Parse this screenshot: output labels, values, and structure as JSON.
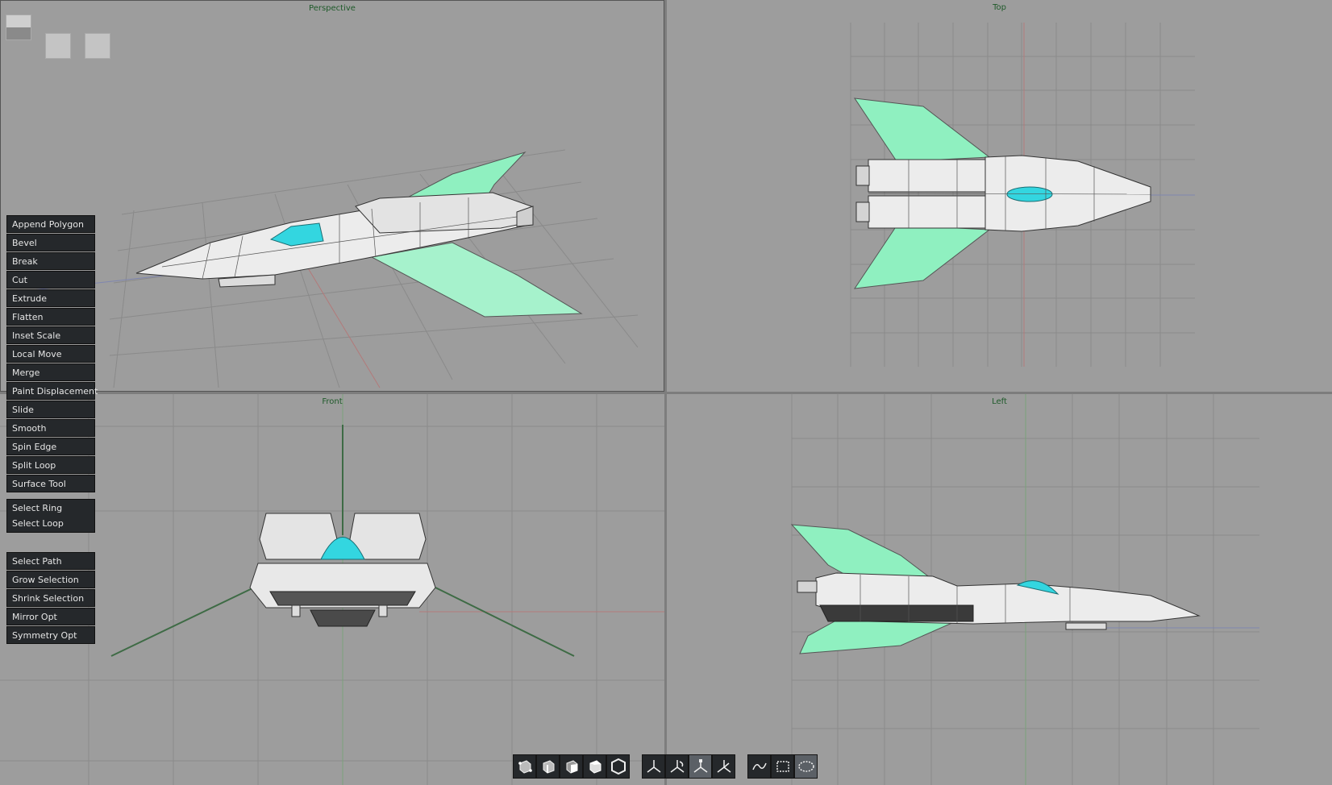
{
  "viewports": {
    "perspective": {
      "title": "Perspective"
    },
    "top": {
      "title": "Top"
    },
    "front": {
      "title": "Front"
    },
    "left": {
      "title": "Left"
    }
  },
  "colors": {
    "background": "#9d9d9d",
    "grid": "#8a8a8a",
    "hull": "#e9e9e9",
    "wing": "#8ff0c0",
    "canopy": "#33d6e0",
    "panel": "#25282b",
    "title": "#1f5a2a"
  },
  "tools": [
    {
      "label": "Append Polygon"
    },
    {
      "label": "Bevel"
    },
    {
      "label": "Break"
    },
    {
      "label": "Cut"
    },
    {
      "label": "Extrude"
    },
    {
      "label": "Flatten"
    },
    {
      "label": "Inset Scale"
    },
    {
      "label": "Local Move"
    },
    {
      "label": "Merge"
    },
    {
      "label": "Paint Displacement"
    },
    {
      "label": "Slide"
    },
    {
      "label": "Smooth"
    },
    {
      "label": "Spin Edge"
    },
    {
      "label": "Split Loop"
    },
    {
      "label": "Surface Tool"
    }
  ],
  "select_group": [
    {
      "label": "Select Ring"
    },
    {
      "label": "Select Loop"
    }
  ],
  "selection_tools": [
    {
      "label": "Select Path"
    },
    {
      "label": "Grow Selection"
    },
    {
      "label": "Shrink Selection"
    },
    {
      "label": "Mirror Opt"
    },
    {
      "label": "Symmetry Opt"
    }
  ],
  "toolbar": {
    "groups": [
      [
        "vertex-mode-icon",
        "edge-mode-icon",
        "face-mode-icon",
        "object-mode-icon",
        "solid-cube-icon"
      ],
      [
        "move-axis-icon",
        "rotate-axis-icon",
        "scale-axis-icon",
        "universal-axis-icon"
      ],
      [
        "lasso-select-icon",
        "rect-select-icon",
        "ellipse-select-icon"
      ]
    ],
    "active": [
      "solid-cube-icon",
      "scale-axis-icon",
      "ellipse-select-icon"
    ]
  }
}
